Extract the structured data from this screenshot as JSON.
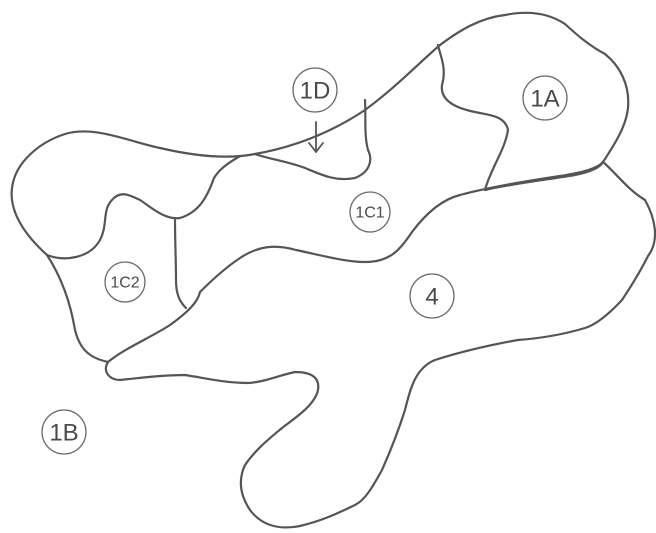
{
  "labels": {
    "1A": "1A",
    "1B": "1B",
    "1C1": "1C1",
    "1C2": "1C2",
    "1D": "1D",
    "4": "4"
  },
  "colors": {
    "outline": "#555555",
    "label_text": "#4a4a4a",
    "background": "#ffffff"
  }
}
